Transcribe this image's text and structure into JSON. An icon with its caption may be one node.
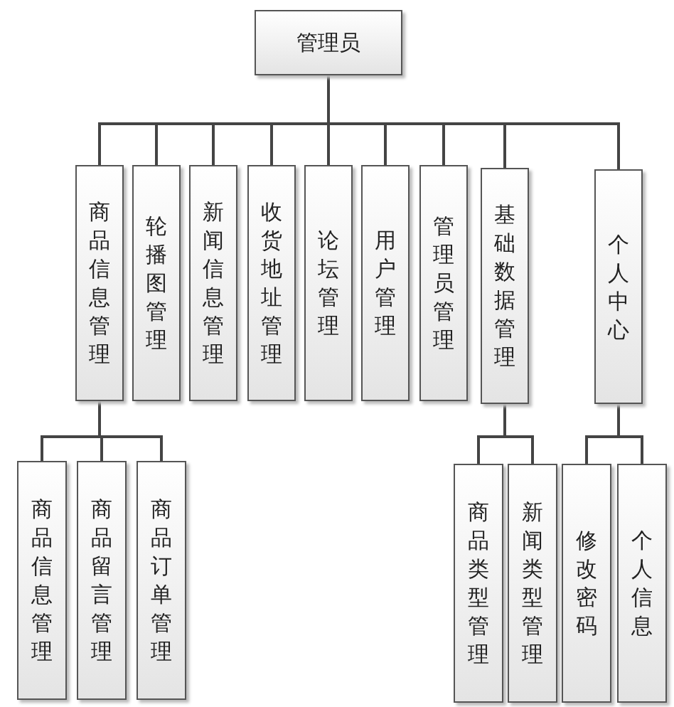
{
  "diagram": {
    "nodes": [
      {
        "text": [
          "管理员"
        ]
      },
      {
        "text": [
          "商品信息管理"
        ]
      },
      {
        "text": [
          "轮播图管理"
        ]
      },
      {
        "text": [
          "新闻信息管理"
        ]
      },
      {
        "text": [
          "收货地址管理"
        ]
      },
      {
        "text": [
          "论坛管理"
        ]
      },
      {
        "text": [
          "用户管理"
        ]
      },
      {
        "text": [
          "管理员管理"
        ]
      },
      {
        "text": [
          "基础数据管理"
        ]
      },
      {
        "text": [
          "个人中心"
        ]
      },
      {
        "text": [
          "商品信息管理"
        ]
      },
      {
        "text": [
          "商品留言管理"
        ]
      },
      {
        "text": [
          "商品订单管理"
        ]
      },
      {
        "text": [
          "商品类型管理"
        ]
      },
      {
        "text": [
          "新闻类型管理"
        ]
      },
      {
        "text": [
          "修改密码"
        ]
      },
      {
        "text": [
          "个人信息"
        ]
      }
    ],
    "edges": [
      {
        "from": 0,
        "to": 1,
        "arrow": "none"
      },
      {
        "from": 0,
        "to": 2,
        "arrow": "none"
      },
      {
        "from": 0,
        "to": 3,
        "arrow": "none"
      },
      {
        "from": 0,
        "to": 4,
        "arrow": "none"
      },
      {
        "from": 0,
        "to": 5,
        "arrow": "none"
      },
      {
        "from": 0,
        "to": 6,
        "arrow": "none"
      },
      {
        "from": 0,
        "to": 7,
        "arrow": "none"
      },
      {
        "from": 0,
        "to": 8,
        "arrow": "none"
      },
      {
        "from": 0,
        "to": 9,
        "arrow": "none"
      },
      {
        "from": 1,
        "to": 10,
        "arrow": "none"
      },
      {
        "from": 1,
        "to": 11,
        "arrow": "none"
      },
      {
        "from": 1,
        "to": 12,
        "arrow": "none"
      },
      {
        "from": 8,
        "to": 13,
        "arrow": "none"
      },
      {
        "from": 8,
        "to": 14,
        "arrow": "none"
      },
      {
        "from": 9,
        "to": 15,
        "arrow": "none"
      },
      {
        "from": 9,
        "to": 16,
        "arrow": "none"
      }
    ]
  }
}
